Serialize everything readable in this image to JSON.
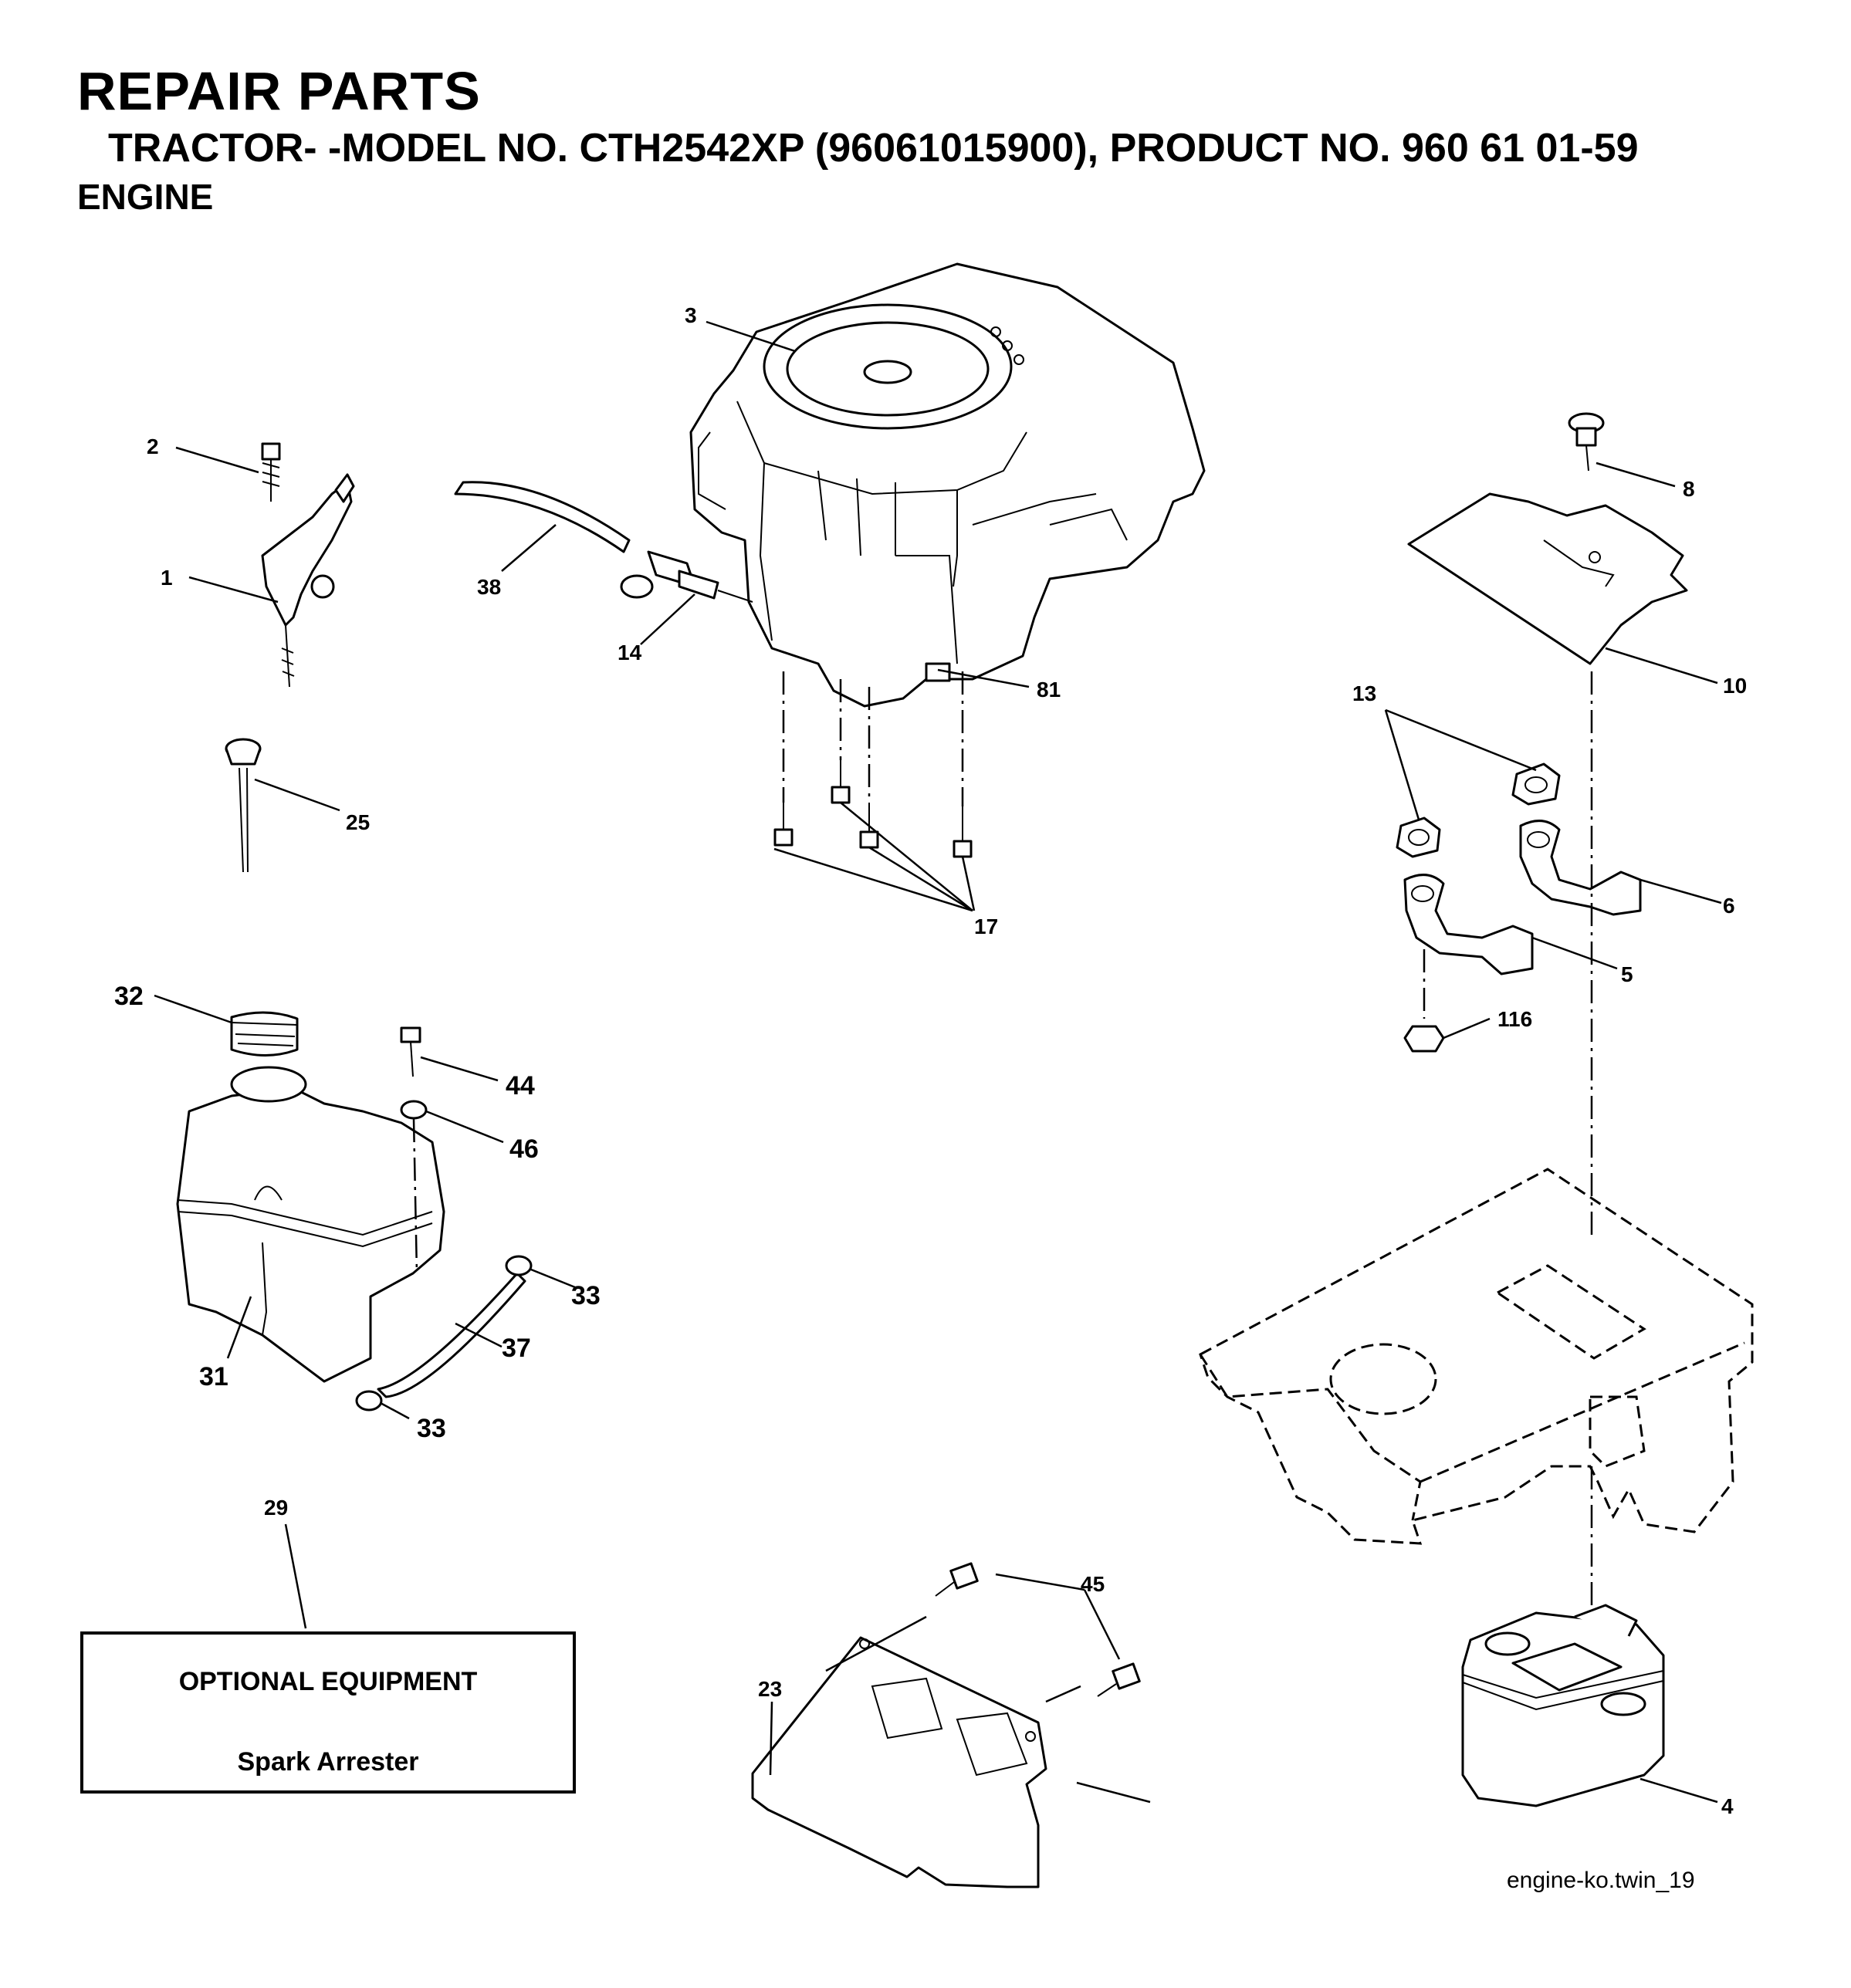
{
  "header": {
    "title": "REPAIR PARTS",
    "subtitle": "TRACTOR- -MODEL NO. CTH2542XP (96061015900), PRODUCT NO. 960 61 01-59",
    "section": "ENGINE"
  },
  "callouts": {
    "c1": "1",
    "c2": "2",
    "c3": "3",
    "c4": "4",
    "c5": "5",
    "c6": "6",
    "c8": "8",
    "c10": "10",
    "c13": "13",
    "c14": "14",
    "c17": "17",
    "c23": "23",
    "c25": "25",
    "c29": "29",
    "c31": "31",
    "c32": "32",
    "c33a": "33",
    "c33b": "33",
    "c37": "37",
    "c38": "38",
    "c44": "44",
    "c45": "45",
    "c46": "46",
    "c81": "81",
    "c116": "116"
  },
  "optional_box": {
    "title": "OPTIONAL EQUIPMENT",
    "item": "Spark Arrester"
  },
  "drawing_ref": "engine-ko.twin_19"
}
